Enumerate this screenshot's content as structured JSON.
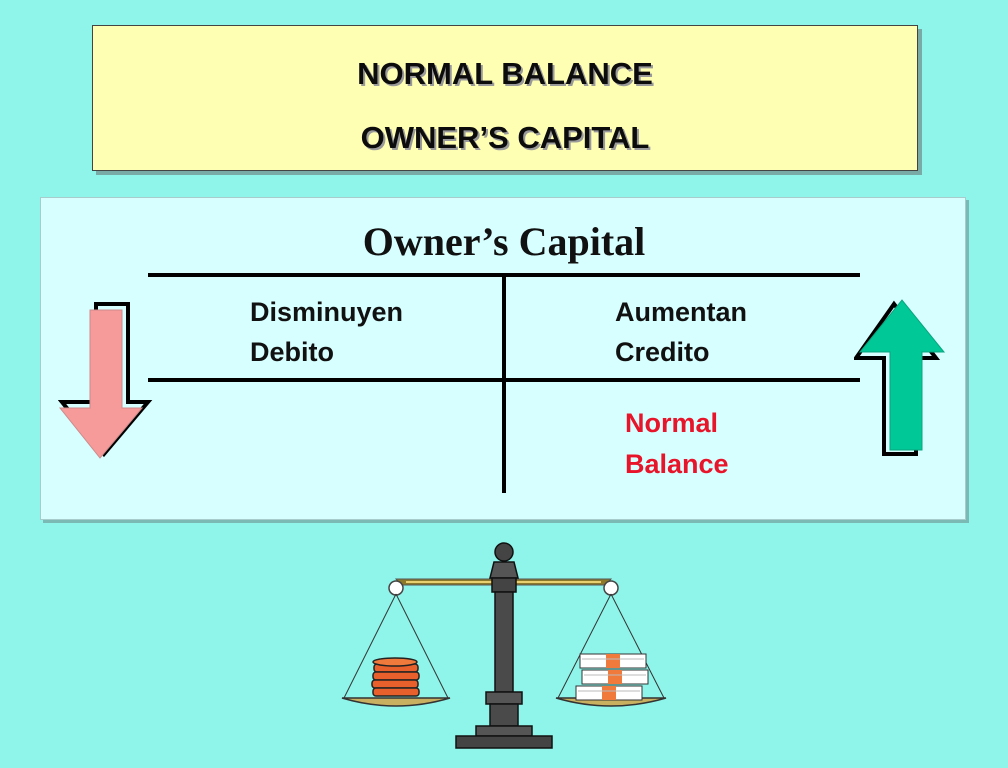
{
  "header": {
    "line1": "NORMAL BALANCE",
    "line2": "OWNER’S CAPITAL"
  },
  "account": {
    "title": "Owner’s Capital",
    "left": {
      "line1": "Disminuyen",
      "line2": "Debito"
    },
    "right": {
      "line1": "Aumentan",
      "line2": "Credito"
    },
    "normal_balance": {
      "line1": "Normal",
      "line2": "Balance"
    }
  },
  "colors": {
    "background": "#8ff5ea",
    "title_box": "#ffffb4",
    "panel": "#d7ffff",
    "decrease_arrow": "#f79a9a",
    "increase_arrow": "#00c896",
    "normal_balance_text": "#e8142a"
  },
  "icons": {
    "left_arrow": "arrow-down-icon",
    "right_arrow": "arrow-up-icon",
    "scale": "balance-scale-icon"
  }
}
